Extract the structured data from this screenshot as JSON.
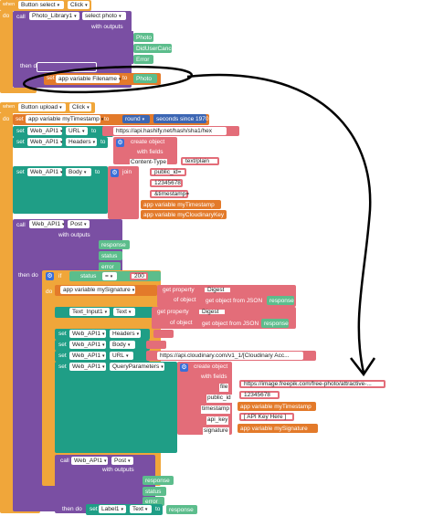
{
  "colors": {
    "event": "#f0a63a",
    "control": "#f0a63a",
    "component": "#7a4fa3",
    "setter": "#1f9e86",
    "text": "#e36d79",
    "dict": "#e36d79",
    "variable": "#e37a2a",
    "logic": "#f0a63a",
    "math": "#3c66b3",
    "key": "#ffffff",
    "accent": "#5cbd8c"
  },
  "block1": {
    "when": "when",
    "button": "Button select",
    "event": "Click",
    "do": "do",
    "call": "call",
    "picker": "Photo_Library1",
    "method": "select photo",
    "with_outputs": "with outputs",
    "outputs": [
      "Photo",
      "DidUserCancel",
      "Error"
    ],
    "then_do": "then do",
    "set": "set",
    "var": "app variable Filename",
    "to": "to",
    "value": "Photo"
  },
  "block2": {
    "when": "when",
    "button": "Button upload",
    "event": "Click",
    "do": "do",
    "set": "set",
    "var_ts": "app variable myTimestamp",
    "to": "to",
    "round": "round",
    "seconds": "seconds since 1970",
    "rows": [
      {
        "set": "set",
        "comp": "Web_API1",
        "prop": "URL",
        "to": "to",
        "value": "https://api.hashify.net/hash/sha1/hex"
      },
      {
        "set": "set",
        "comp": "Web_API1",
        "prop": "Headers",
        "to": "to",
        "value": "create object"
      },
      {
        "set": "set",
        "comp": "Web_API1",
        "prop": "Body",
        "to": "to",
        "value": "join"
      }
    ],
    "with_fields": "with fields",
    "content_type_key": "Content-Type",
    "content_type_val": "text/plain",
    "join_items": [
      "public_id=",
      "12345678",
      "&timestamp=",
      "app variable myTimestamp",
      "app variable myCloudinaryKey"
    ],
    "call": "call",
    "post_comp": "Web_API1",
    "post": "Post",
    "with_outputs": "with outputs",
    "outputs": [
      "response",
      "status",
      "error"
    ],
    "then_do": "then do",
    "if": "if",
    "status": "status",
    "eq": "=",
    "code": "200",
    "sig_var": "app variable mySignature",
    "get_property": "get property",
    "digest": "Digest",
    "of_object": "of object",
    "get_json": "get object from JSON",
    "response": "response",
    "text_comp": "Text_Input1",
    "text_prop": "Text",
    "rows2": [
      {
        "set": "set",
        "comp": "Web_API1",
        "prop": "Headers",
        "to": "to"
      },
      {
        "set": "set",
        "comp": "Web_API1",
        "prop": "Body",
        "to": "to"
      },
      {
        "set": "set",
        "comp": "Web_API1",
        "prop": "URL",
        "to": "to",
        "value": "https://api.cloudinary.com/v1_1/[Cloudinary Acc..."
      },
      {
        "set": "set",
        "comp": "Web_API1",
        "prop": "QueryParameters",
        "to": "to",
        "value": "create object"
      }
    ],
    "fields": [
      {
        "k": "file",
        "v": "https://image.freepik.com/free-photo/attractive-..."
      },
      {
        "k": "public_id",
        "v": "12345678"
      },
      {
        "k": "timestamp",
        "v": "app variable myTimestamp"
      },
      {
        "k": "api_key",
        "v": "[ API Key Here ]"
      },
      {
        "k": "signature",
        "v": "app variable mySignature"
      }
    ],
    "post2_comp": "Web_API1",
    "post2": "Post",
    "label_comp": "Label1",
    "label_prop": "Text",
    "label_val": "response"
  }
}
